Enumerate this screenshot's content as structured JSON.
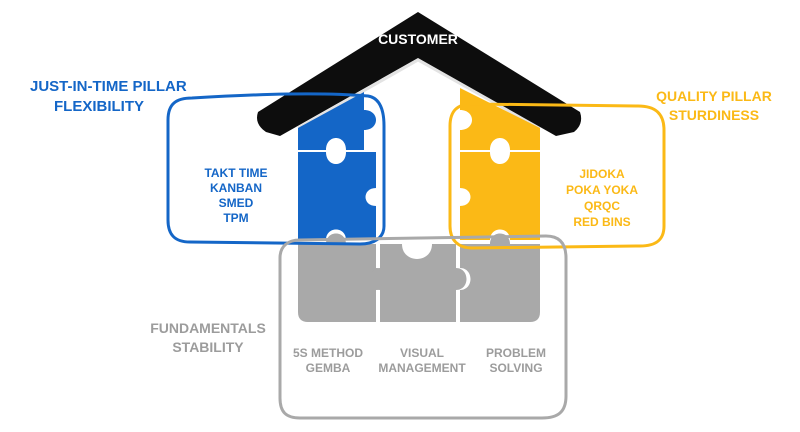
{
  "roof": {
    "label": "CUSTOMER"
  },
  "jit": {
    "title": "JUST-IN-TIME PILLAR",
    "subtitle": "FLEXIBILITY",
    "items": [
      "TAKT TIME",
      "KANBAN",
      "SMED",
      "TPM"
    ]
  },
  "quality": {
    "title": "QUALITY PILLAR",
    "subtitle": "STURDINESS",
    "items": [
      "JIDOKA",
      "POKA YOKA",
      "QRQC",
      "RED BINS"
    ]
  },
  "fundamentals": {
    "title": "FUNDAMENTALS",
    "subtitle": "STABILITY",
    "columns": [
      {
        "line1": "5S METHOD",
        "line2": "GEMBA"
      },
      {
        "line1": "VISUAL",
        "line2": "MANAGEMENT"
      },
      {
        "line1": "PROBLEM",
        "line2": "SOLVING"
      }
    ]
  },
  "colors": {
    "blue": "#1466c7",
    "yellow": "#fbb916",
    "gray": "#a9a9a9",
    "roof": "#0d0d0d",
    "gray_text": "#9c9c9c"
  }
}
